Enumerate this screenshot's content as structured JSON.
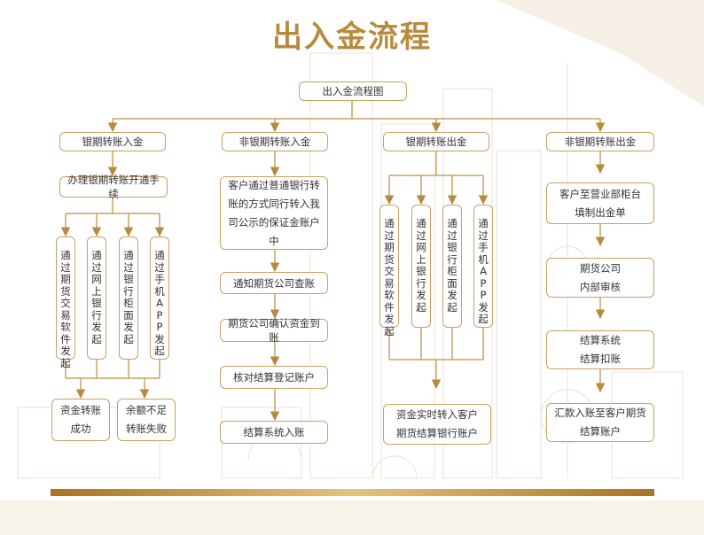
{
  "title": "出入金流程",
  "root": "出入金流程图",
  "col1": {
    "header": "银期转账入金",
    "step1": "办理银期转账开通手续",
    "v1": "通过期货交易软件发起",
    "v2": "通过网上银行发起",
    "v3": "通过银行柜面发起",
    "v4": "通过手机APP发起",
    "ok": "资金转账\n成功",
    "fail": "余额不足\n转账失败"
  },
  "col2": {
    "header": "非银期转账入金",
    "step1": "客户通过普通银行转\n账的方式同行转入我\n司公示的保证金账户中",
    "step2": "通知期货公司查账",
    "step3": "期货公司确认资金到账",
    "step4": "核对结算登记账户",
    "step5": "结算系统入账"
  },
  "col3": {
    "header": "银期转账出金",
    "v1": "通过期货交易软件发起",
    "v2": "通过网上银行发起",
    "v3": "通过银行柜面发起",
    "v4": "通过手机APP发起",
    "result": "资金实时转入客户\n期货结算银行账户"
  },
  "col4": {
    "header": "非银期转账出金",
    "step1": "客户至营业部柜台\n填制出金单",
    "step2": "期货公司\n内部审核",
    "step3": "结算系统\n结算扣账",
    "step4": "汇款入账至客户期货\n结算账户"
  }
}
